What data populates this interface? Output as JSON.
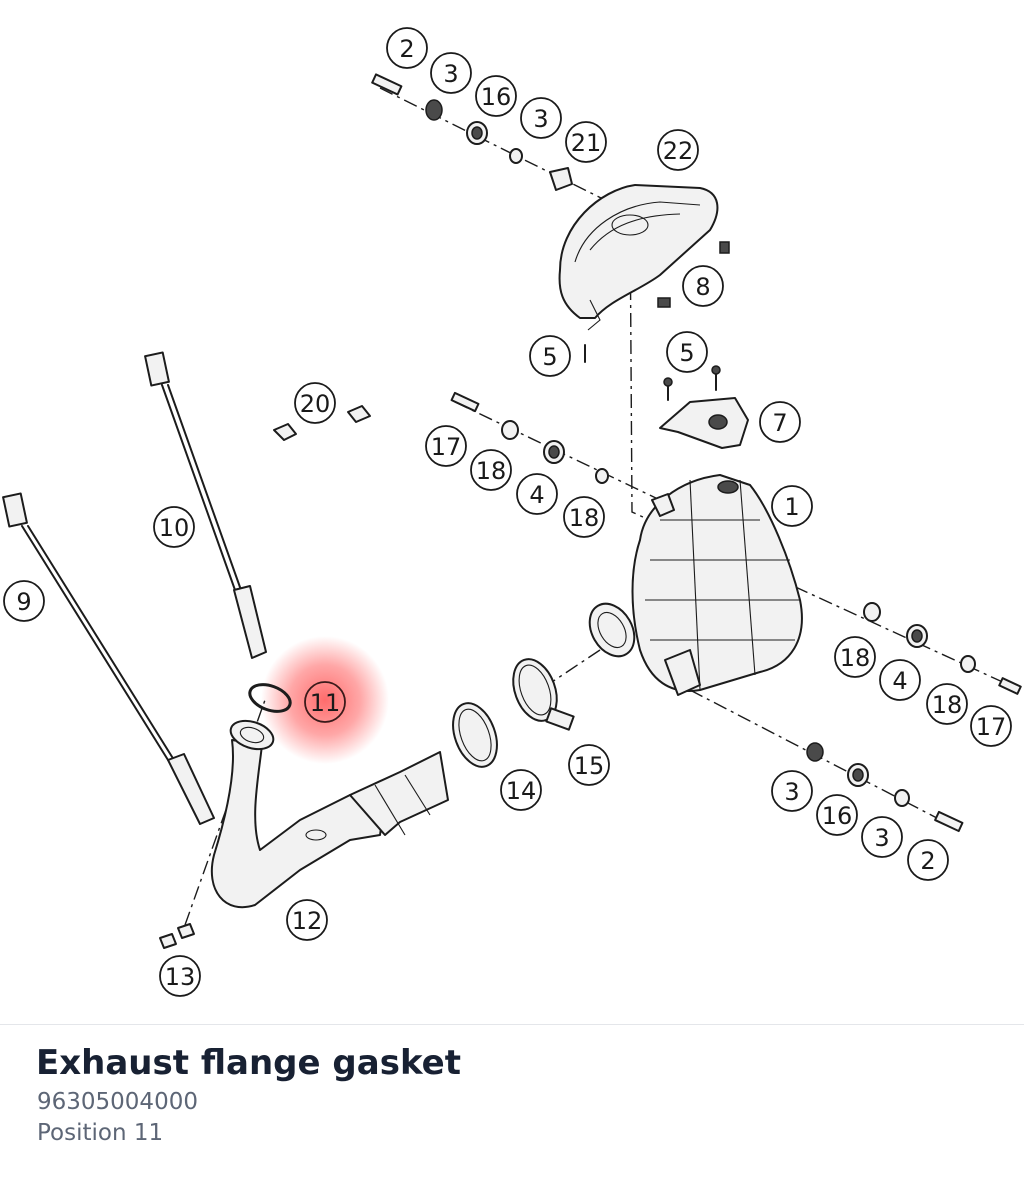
{
  "diagram": {
    "highlight_color": "#ff3b3b",
    "highlighted_callout": "11",
    "callouts": [
      {
        "label": "2"
      },
      {
        "label": "3"
      },
      {
        "label": "16"
      },
      {
        "label": "3"
      },
      {
        "label": "21"
      },
      {
        "label": "22"
      },
      {
        "label": "8"
      },
      {
        "label": "5"
      },
      {
        "label": "5"
      },
      {
        "label": "7"
      },
      {
        "label": "20"
      },
      {
        "label": "17"
      },
      {
        "label": "18"
      },
      {
        "label": "4"
      },
      {
        "label": "18"
      },
      {
        "label": "1"
      },
      {
        "label": "10"
      },
      {
        "label": "9"
      },
      {
        "label": "11"
      },
      {
        "label": "18"
      },
      {
        "label": "4"
      },
      {
        "label": "18"
      },
      {
        "label": "17"
      },
      {
        "label": "15"
      },
      {
        "label": "14"
      },
      {
        "label": "3"
      },
      {
        "label": "16"
      },
      {
        "label": "3"
      },
      {
        "label": "2"
      },
      {
        "label": "12"
      },
      {
        "label": "13"
      }
    ]
  },
  "part": {
    "name": "Exhaust flange gasket",
    "number": "96305004000",
    "position_label": "Position 11"
  }
}
